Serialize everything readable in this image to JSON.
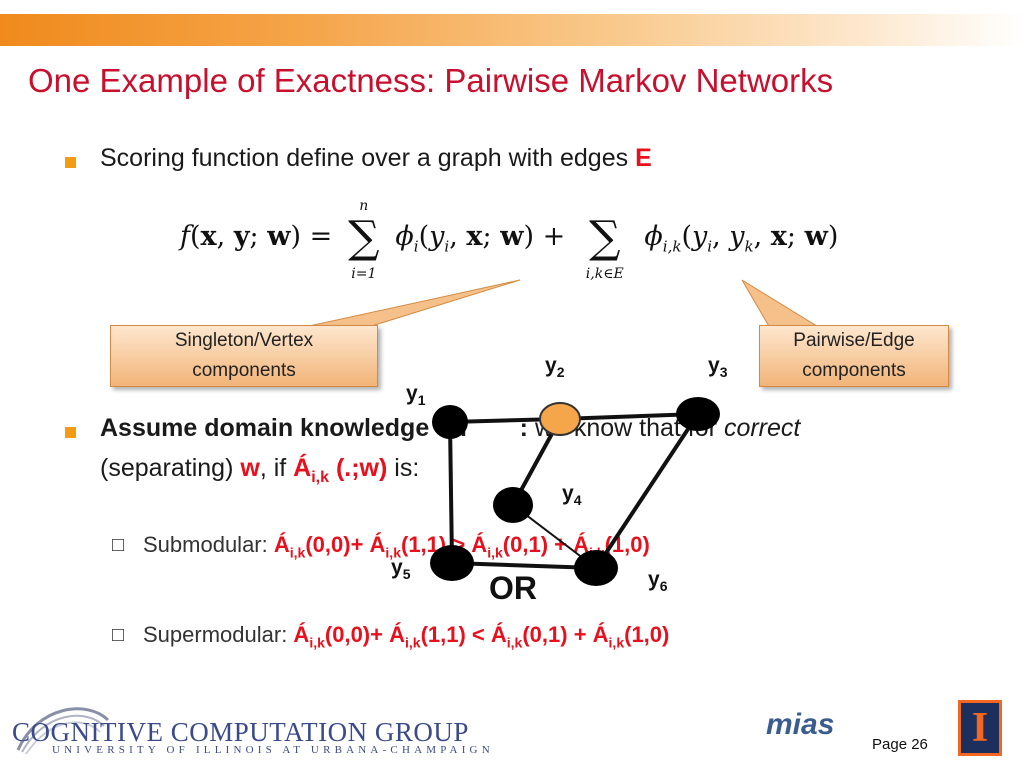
{
  "slide": {
    "title": "One Example of Exactness: Pairwise Markov Networks",
    "bullet1": {
      "text": "Scoring function define over a graph with edges ",
      "emph": "E"
    },
    "formula": "f(x, y; w) = Σ ϕ_i(y_i, x; w) + Σ ϕ_{i,k}(y_i, y_k, x; w)",
    "formula_sum1_top": "n",
    "formula_sum1_bottom": "i=1",
    "formula_sum2_bottom": "i,k∈E",
    "label_left": {
      "line1": "Singleton/Vertex",
      "line2": "components"
    },
    "label_right": {
      "line1": "Pairwise/Edge",
      "line2": "components"
    },
    "bullet2": {
      "bold": "Assume domain knowledge on ",
      "bold2": ":",
      "normal1": " we know that for ",
      "italic": "correct",
      "line2a": "(separating) ",
      "w": "w",
      "line2b": ", if ",
      "phi": "Á",
      "phi_sub": "i,k",
      "phi_args": " (.;w)",
      "line2c": " is:"
    },
    "submodular": {
      "label": "Submodular: ",
      "expr_parts": [
        "Á",
        "i,k",
        "(0,0)+ Á",
        "i,k",
        "(1,1) > Á",
        "i,k",
        "(0,1) + Á",
        "i,k",
        "(1,0)"
      ]
    },
    "supermodular": {
      "label": "Supermodular: ",
      "expr_parts": [
        "Á",
        "i,k",
        "(0,0)+ Á",
        "i,k",
        "(1,1) < Á",
        "i,k",
        "(0,1) + Á",
        "i,k",
        "(1,0)"
      ]
    },
    "or_text": "OR",
    "graph": {
      "nodes": [
        {
          "name": "y",
          "sub": "1"
        },
        {
          "name": "y",
          "sub": "2"
        },
        {
          "name": "y",
          "sub": "3"
        },
        {
          "name": "y",
          "sub": "4"
        },
        {
          "name": "y",
          "sub": "5"
        },
        {
          "name": "y",
          "sub": "6"
        }
      ],
      "highlight_color": "#f5a54a"
    },
    "footer": {
      "group": "COGNITIVE COMPUTATION GROUP",
      "university": "UNIVERSITY OF ILLINOIS AT URBANA-CHAMPAIGN",
      "mias": "mias",
      "page": "Page 26",
      "illinois_letter": "I"
    },
    "colors": {
      "title": "#c8102e",
      "accent": "#f39c12",
      "emph": "#e8101c"
    }
  }
}
